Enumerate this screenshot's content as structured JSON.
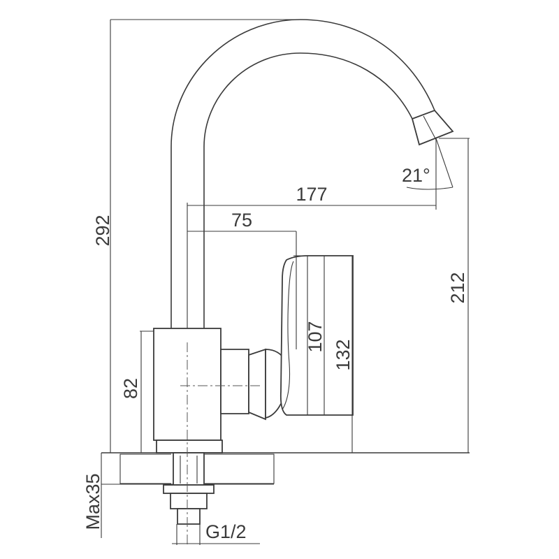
{
  "dimensions": {
    "overall_height": "292",
    "spout_outlet_height": "212",
    "spout_reach": "177",
    "handle_reach": "75",
    "handle_height": "107",
    "lever_height": "132",
    "body_height": "82",
    "max_deck_thickness": "Max35",
    "thread_size": "G1/2",
    "outlet_angle": "21°"
  }
}
